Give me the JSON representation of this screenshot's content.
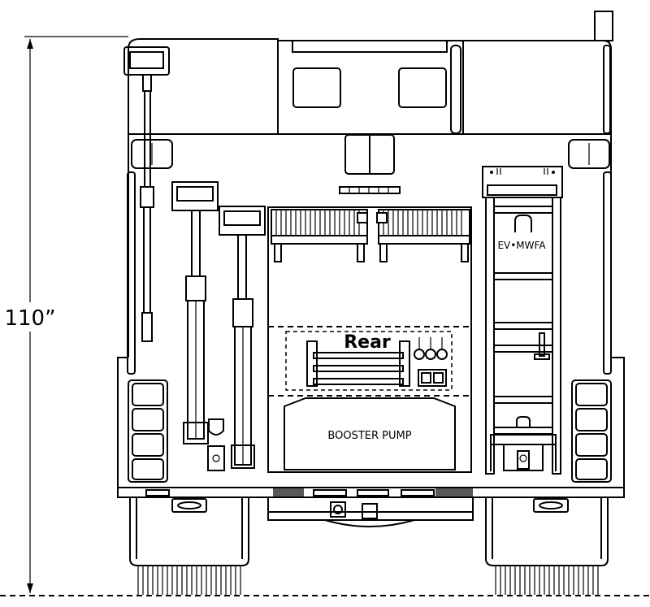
{
  "dimension": {
    "height_label": "110”"
  },
  "labels": {
    "rear": "Rear",
    "booster_pump": "BOOSTER PUMP",
    "ladder_tag": "EV•MWFA"
  },
  "colors": {
    "line": "#000000",
    "background": "#ffffff"
  }
}
